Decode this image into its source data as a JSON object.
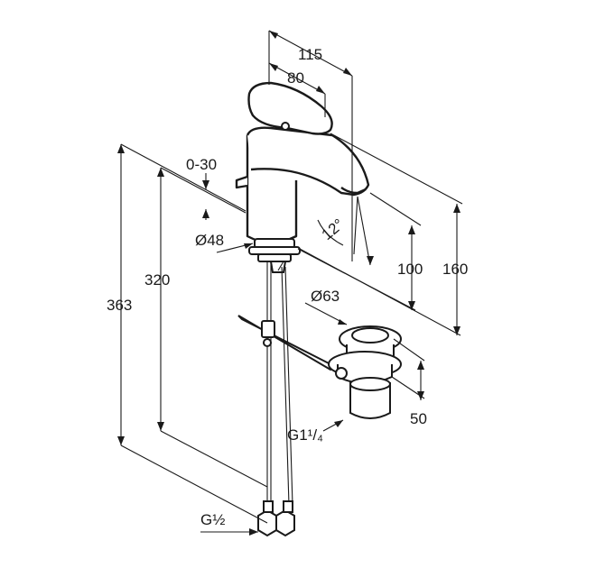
{
  "dimensions": {
    "width_115": "115",
    "width_80": "80",
    "range_0_30": "0-30",
    "angle_12": "12°",
    "dia_48": "Ø48",
    "dia_63": "Ø63",
    "height_100": "100",
    "height_160": "160",
    "height_320": "320",
    "height_363": "363",
    "height_50": "50",
    "thread_g1_1_4": "G1¹/₄",
    "thread_g1_2": "G½"
  }
}
